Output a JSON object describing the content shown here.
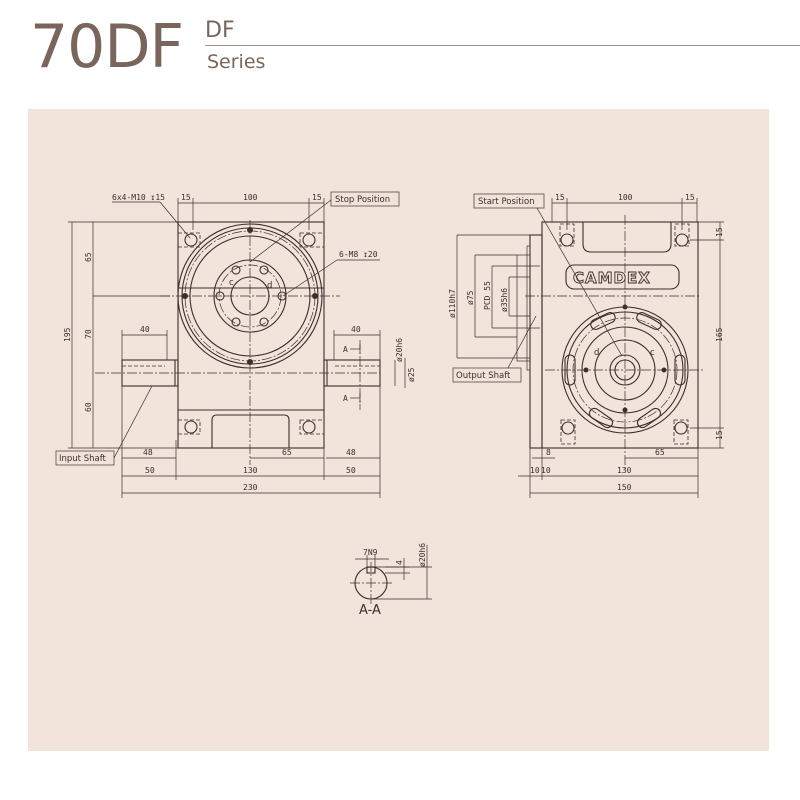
{
  "header": {
    "model": "70DF",
    "series_code": "DF",
    "series_label": "Series"
  },
  "colors": {
    "title": "#7a655a",
    "panel": "#f2e3db",
    "line": "#3a302c"
  },
  "front_view": {
    "callouts": {
      "tap_holes": "6x4-M10 ↧15",
      "stop_position": "Stop Position",
      "output_holes": "6-M8 ↧20",
      "input_shaft": "Input Shaft"
    },
    "dims": {
      "top_left": "15",
      "top_mid": "100",
      "top_right": "15",
      "height_total": "195",
      "height_upper": "65",
      "height_mid": "70",
      "height_lower": "60",
      "shaft_len_left": "40",
      "shaft_len_right": "40",
      "shaft_dia": "ø20h6",
      "flange_dia": "ø25",
      "section_mark_top": "A",
      "section_mark_bottom": "A",
      "bottom_48_left": "48",
      "bottom_65": "65",
      "bottom_48_right": "48",
      "bottom_50_left": "50",
      "bottom_130": "130",
      "bottom_50_right": "50",
      "bottom_total": "230"
    }
  },
  "side_view": {
    "logo": "CAMDEX",
    "callouts": {
      "start_position": "Start Position",
      "output_shaft": "Output Shaft"
    },
    "dims": {
      "top_left": "15",
      "top_mid": "100",
      "top_right": "15",
      "right_top": "15",
      "right_height": "165",
      "right_bottom": "15",
      "dia_110": "ø110h7",
      "dia_75": "ø75",
      "pcd": "PCD 55",
      "dia_35": "ø35h6",
      "small_8": "8",
      "small_10a": "10",
      "small_10b": "10",
      "bottom_65": "65",
      "bottom_130": "130",
      "bottom_total": "150"
    }
  },
  "section_view": {
    "key_width": "7N9",
    "key_depth": "4",
    "shaft_dia": "ø20h6",
    "label": "A-A"
  }
}
